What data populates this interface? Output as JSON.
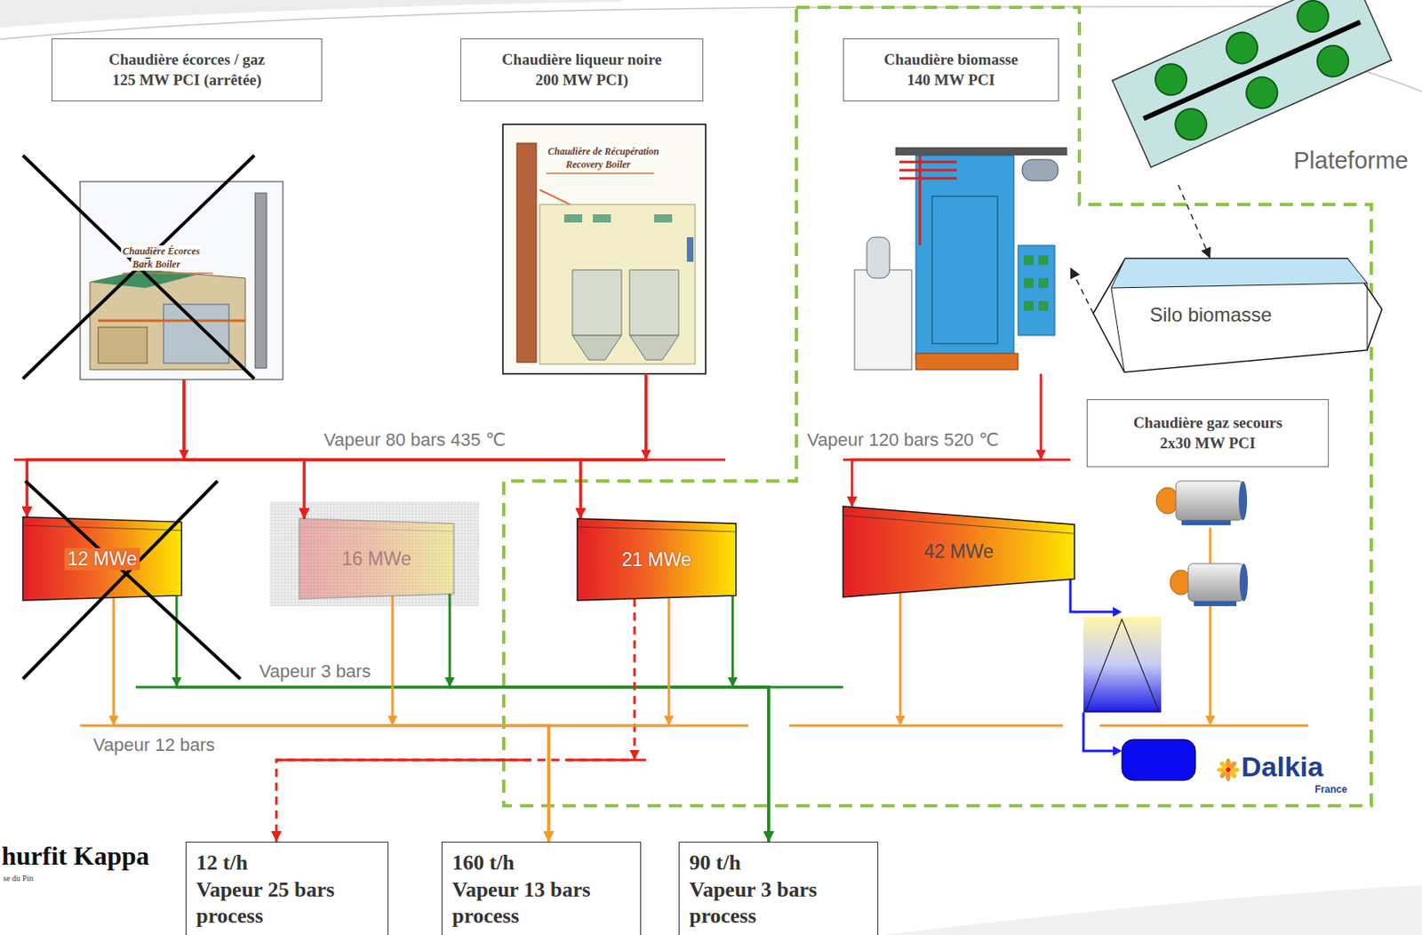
{
  "diagram": {
    "nodes": [
      {
        "text": [
          "Chaudière écorces / gaz",
          "125 MW PCI (arrêtée)"
        ]
      },
      {
        "text": [
          "Chaudière liqueur noire",
          "200 MW PCI)"
        ]
      },
      {
        "text": [
          "Chaudière biomasse",
          "140 MW PCI"
        ]
      },
      {
        "text": [
          "Plateforme"
        ]
      },
      {
        "text": [
          "Silo biomasse"
        ]
      },
      {
        "text": [
          "Chaudière gaz secours",
          "2x30 MW PCI"
        ]
      },
      {
        "text": [
          "12 MWe"
        ]
      },
      {
        "text": [
          "16 MWe"
        ]
      },
      {
        "text": [
          "21 MWe"
        ]
      },
      {
        "text": [
          "42 MWe"
        ]
      },
      {
        "text": [
          "12 t/h",
          "Vapeur 25 bars process"
        ]
      },
      {
        "text": [
          "160 t/h",
          "Vapeur 13 bars process"
        ]
      },
      {
        "text": [
          "90 t/h",
          "Vapeur 3 bars process"
        ]
      }
    ],
    "edges": [
      {
        "from": 0,
        "to": 6,
        "arrow": "to"
      },
      {
        "from": 0,
        "to": 7,
        "arrow": "to"
      },
      {
        "from": 0,
        "to": 8,
        "arrow": "to"
      },
      {
        "from": 1,
        "to": 6,
        "arrow": "to"
      },
      {
        "from": 1,
        "to": 7,
        "arrow": "to"
      },
      {
        "from": 1,
        "to": 8,
        "arrow": "to"
      },
      {
        "from": 2,
        "to": 9,
        "arrow": "to"
      },
      {
        "from": 3,
        "to": 4,
        "arrow": "to"
      },
      {
        "from": 4,
        "to": 2,
        "arrow": "to"
      },
      {
        "from": 6,
        "to": 11,
        "arrow": "to"
      },
      {
        "from": 6,
        "to": 12,
        "arrow": "to"
      },
      {
        "from": 7,
        "to": 11,
        "arrow": "to"
      },
      {
        "from": 7,
        "to": 12,
        "arrow": "to"
      },
      {
        "from": 8,
        "to": 10,
        "arrow": "to"
      },
      {
        "from": 8,
        "to": 11,
        "arrow": "to"
      },
      {
        "from": 8,
        "to": 12,
        "arrow": "to"
      }
    ],
    "labels": [
      "Vapeur 80 bars 435 ℃",
      "Vapeur 120 bars 520 ℃",
      "Vapeur 3 bars",
      "Vapeur 12 bars",
      "Chaudière Écorces",
      "Bark Boiler",
      "Chaudière de Récupération",
      "Recovery Boiler",
      "Dalkia",
      "France",
      "hurfit Kappa",
      "se du Pin"
    ]
  }
}
